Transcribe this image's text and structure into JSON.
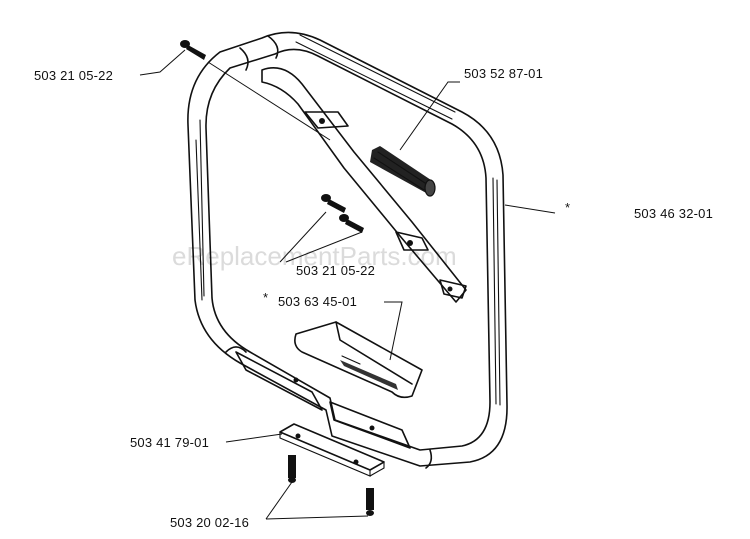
{
  "diagram": {
    "watermark": "eReplacementParts.com",
    "labels": {
      "screw_top": "503 21 05-22",
      "spring": "503 52 87-01",
      "handle_star": "*",
      "handle": "503 46 32-01",
      "screws_middle": "503 21 05-22",
      "grip_star": "*",
      "grip": "503 63 45-01",
      "clamp": "503 41 79-01",
      "bolts": "503 20 02-16"
    }
  }
}
